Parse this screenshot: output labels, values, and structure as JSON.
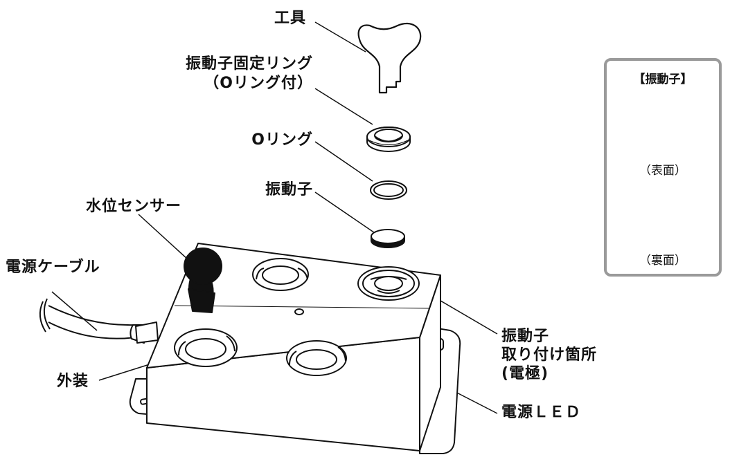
{
  "labels": {
    "tool": "工具",
    "fixing_ring_line1": "振動子固定リング",
    "fixing_ring_line2": "（Oリング付）",
    "o_ring": "Oリング",
    "transducer": "振動子",
    "water_sensor": "水位センサー",
    "power_cable": "電源ケーブル",
    "housing": "外装",
    "mount_line1": "振動子",
    "mount_line2": "取り付け箇所",
    "mount_line3": "(電極)",
    "power_led": "電源ＬＥＤ"
  },
  "legend": {
    "title": "【振動子】",
    "front": "（表面）",
    "back": "（裏面）"
  },
  "colors": {
    "line": "#111111",
    "legend_border": "#9a9a9a",
    "ring_fill": "#b5b5b5",
    "sensor_fill": "#111111"
  }
}
